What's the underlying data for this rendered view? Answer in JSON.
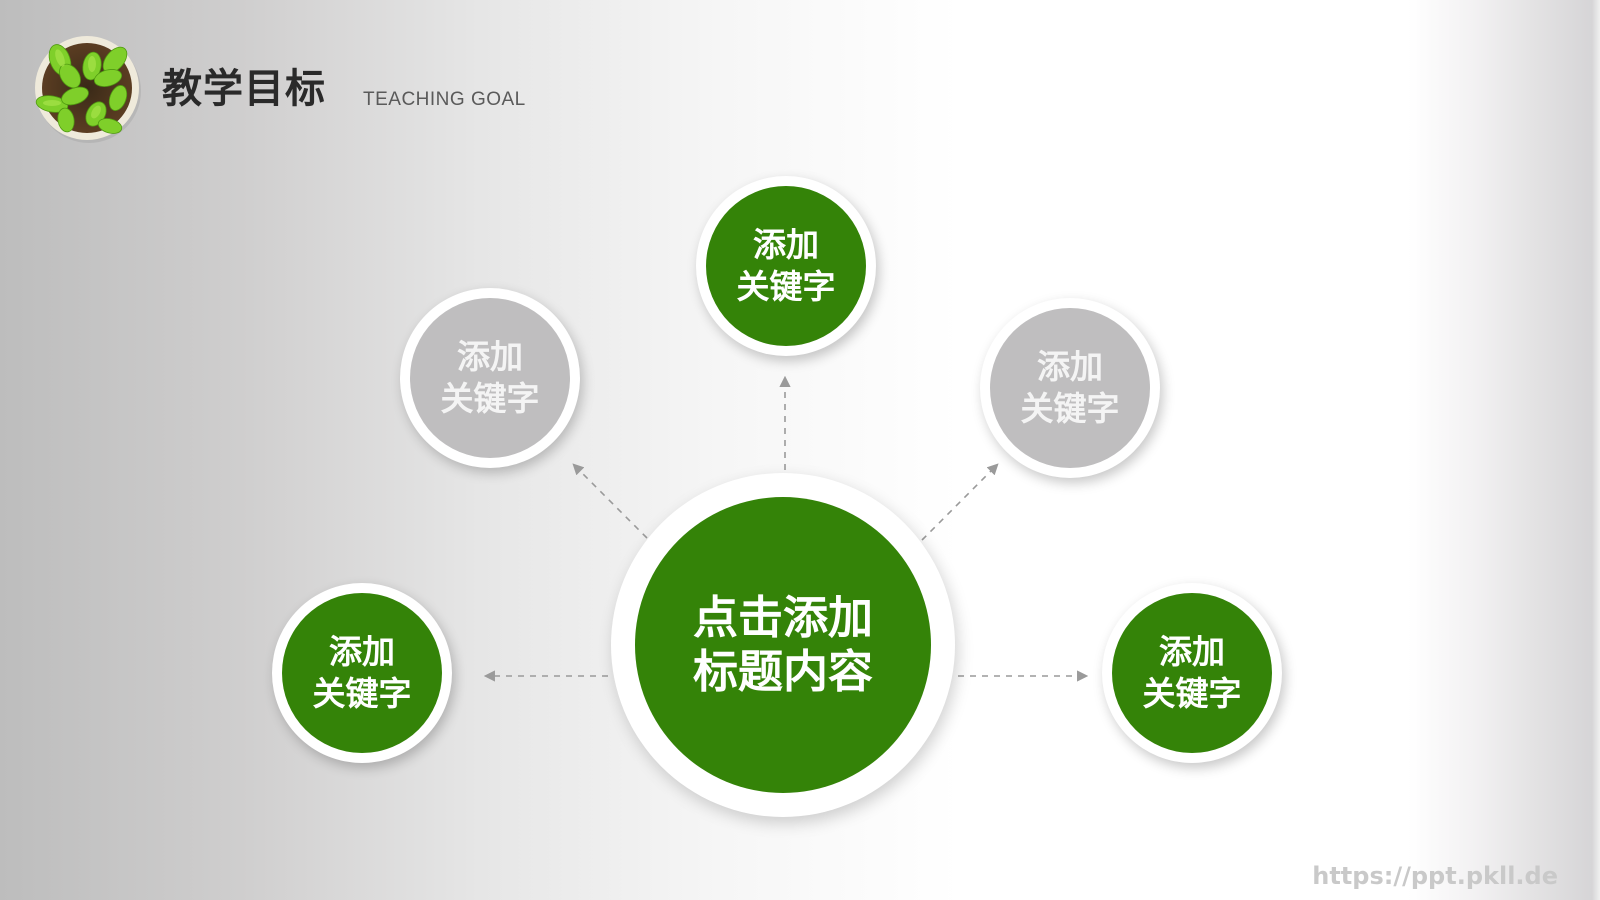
{
  "header": {
    "title": "教学目标",
    "subtitle": "TEACHING GOAL",
    "logo_icon": "potted-plant-icon"
  },
  "diagram": {
    "center": {
      "line1": "点击添加",
      "line2": "标题内容",
      "color": "#348308"
    },
    "nodes": [
      {
        "id": "top",
        "line1": "添加",
        "line2": "关键字",
        "color": "#348308"
      },
      {
        "id": "upper-left",
        "line1": "添加",
        "line2": "关键字",
        "color": "#bfbebf"
      },
      {
        "id": "upper-right",
        "line1": "添加",
        "line2": "关键字",
        "color": "#bfbebf"
      },
      {
        "id": "lower-left",
        "line1": "添加",
        "line2": "关键字",
        "color": "#348308"
      },
      {
        "id": "lower-right",
        "line1": "添加",
        "line2": "关键字",
        "color": "#348308"
      }
    ],
    "connector_style": "dashed-arrow",
    "connector_color": "#9a9a9a"
  },
  "watermark": "https://ppt.pkll.de",
  "colors": {
    "accent_green": "#348308",
    "muted_gray": "#bfbebf",
    "title_text": "#2a2a2a"
  }
}
